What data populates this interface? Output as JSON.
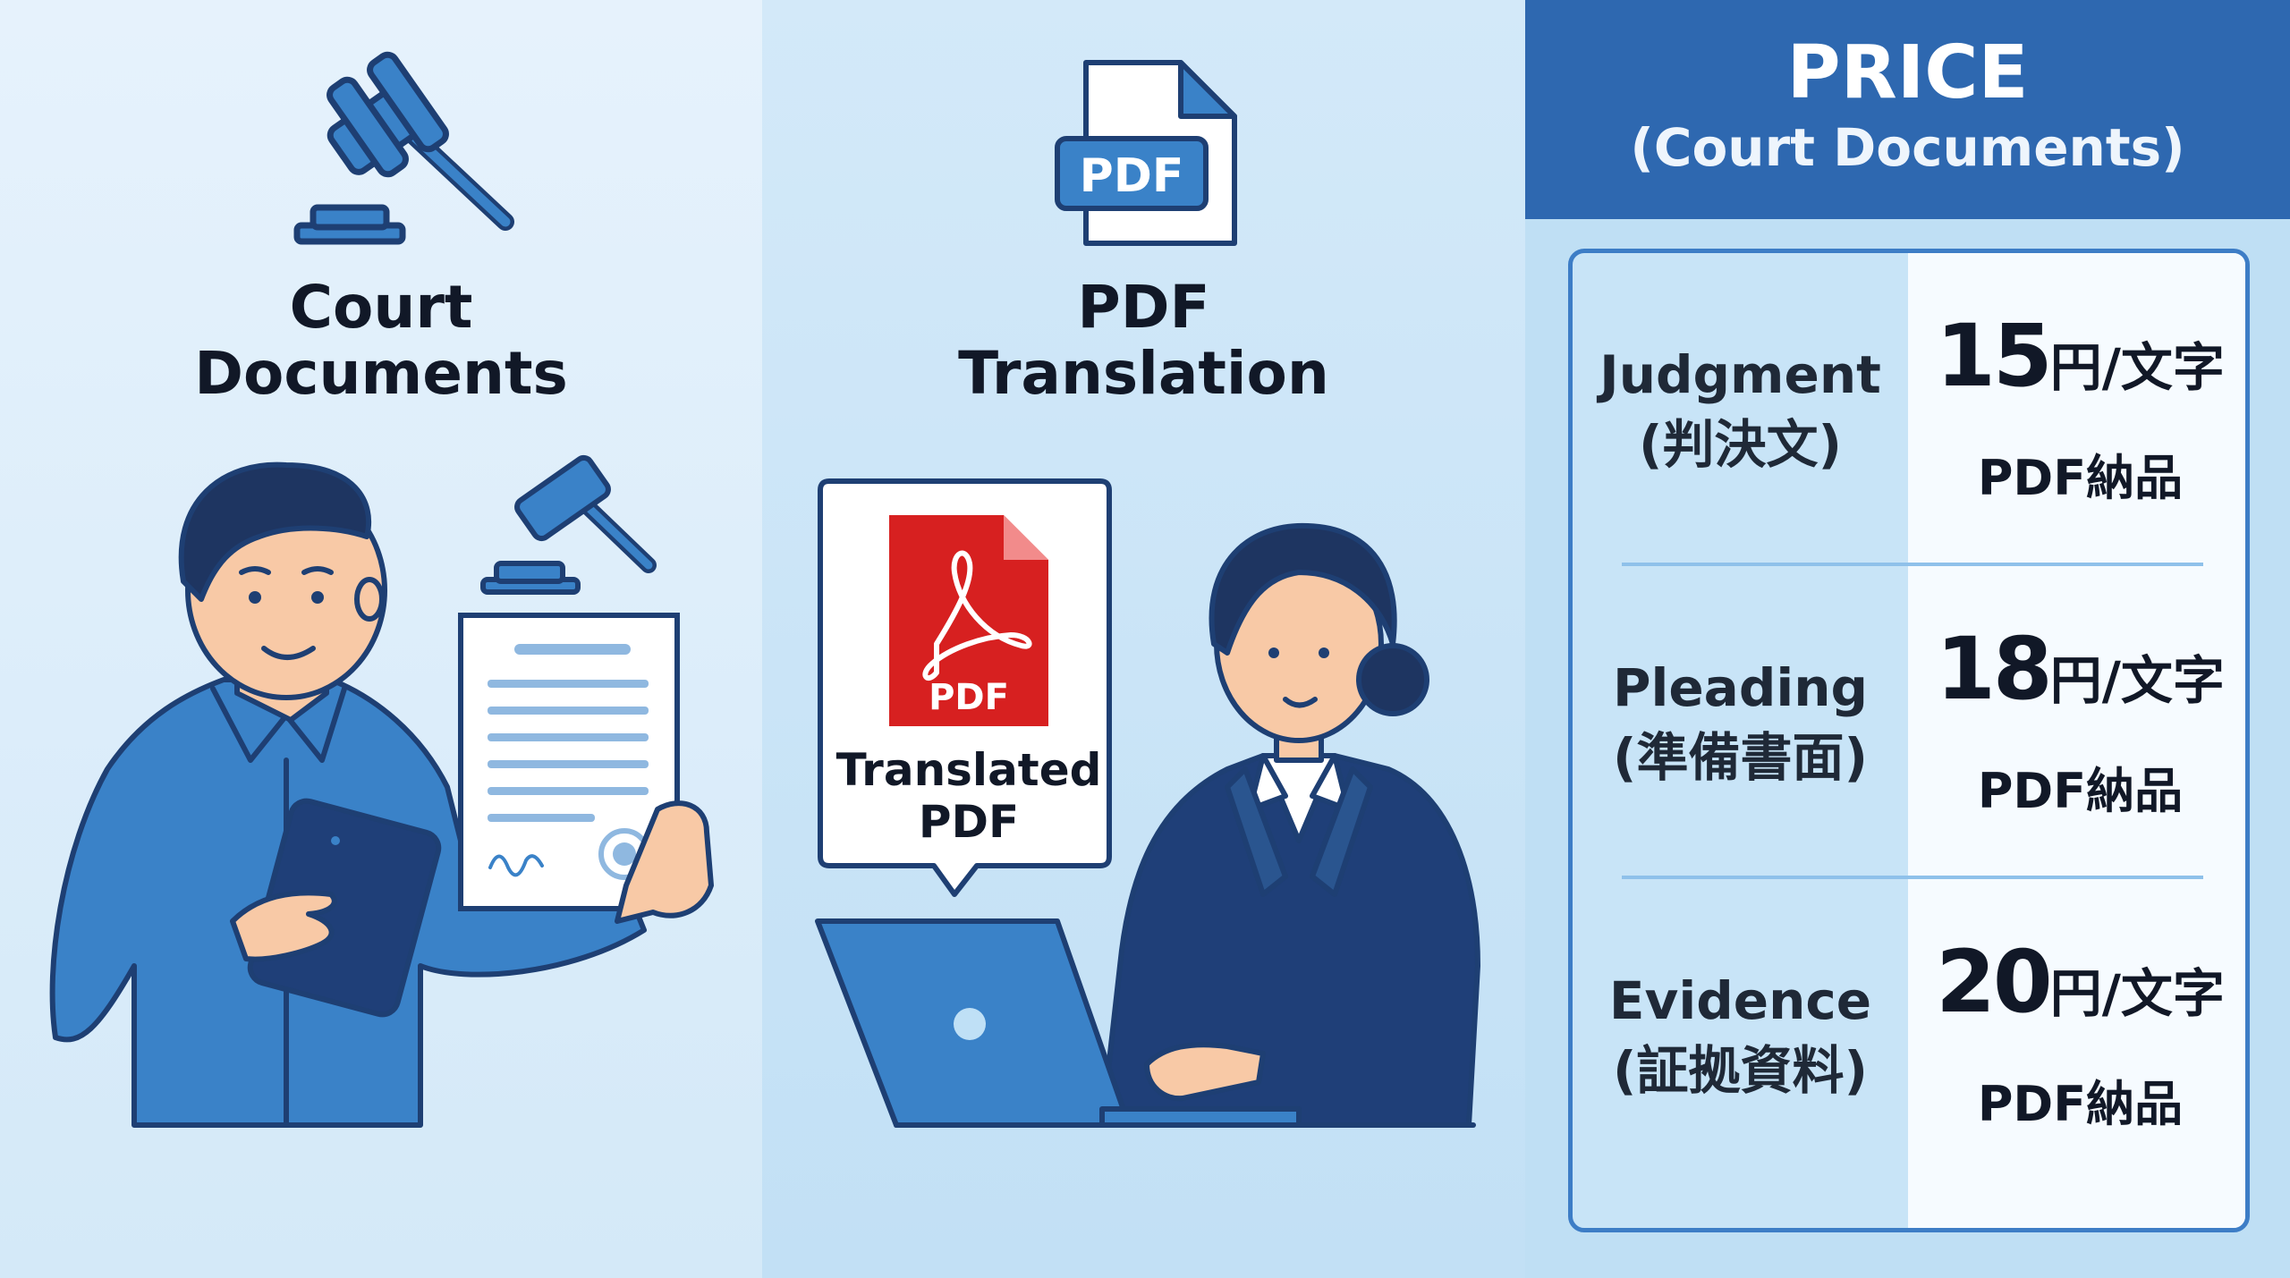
{
  "court_panel": {
    "title_line1": "Court",
    "title_line2": "Documents"
  },
  "pdf_panel": {
    "icon_label": "PDF",
    "title_line1": "PDF",
    "title_line2": "Translation",
    "bubble_file_label": "PDF",
    "bubble_caption_line1": "Translated",
    "bubble_caption_line2": "PDF"
  },
  "price_panel": {
    "title": "PRICE",
    "subtitle": "(Court Documents)",
    "rows": [
      {
        "label_en": "Judgment",
        "label_ja": "(判決文)",
        "amount": "15",
        "unit": "円/文字",
        "delivery": "PDF納品"
      },
      {
        "label_en": "Pleading",
        "label_ja": "(準備書面)",
        "amount": "18",
        "unit": "円/文字",
        "delivery": "PDF納品"
      },
      {
        "label_en": "Evidence",
        "label_ja": "(証拠資料)",
        "amount": "20",
        "unit": "円/文字",
        "delivery": "PDF納品"
      }
    ]
  },
  "colors": {
    "header_blue": "#2e68b0",
    "shirt_blue": "#3a82c8",
    "suit_navy": "#1f3f78",
    "pdf_red": "#d72020",
    "border_blue": "#3d7dc6"
  }
}
